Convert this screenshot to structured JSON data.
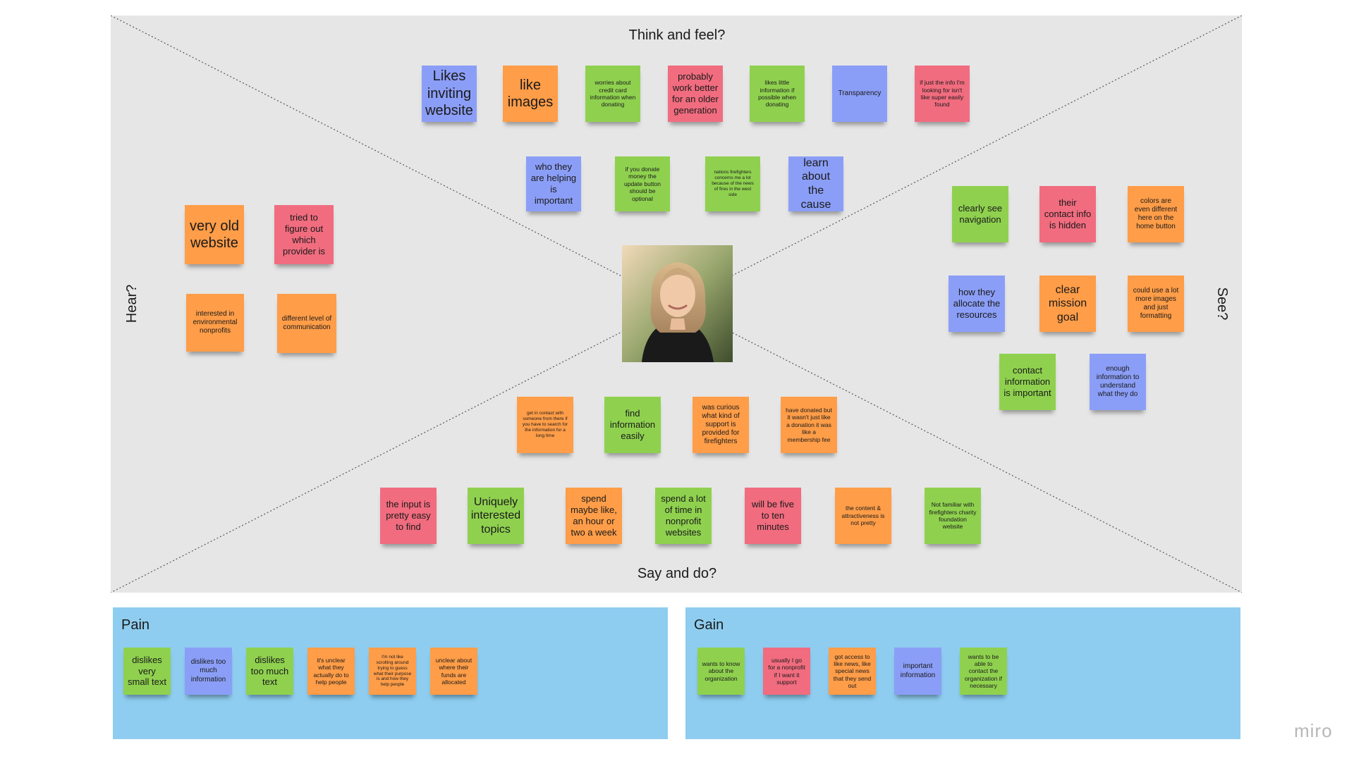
{
  "board": {
    "quadrants": {
      "top": "Think and feel?",
      "bottom": "Say and do?",
      "left": "Hear?",
      "right": "See?"
    }
  },
  "think_feel": {
    "row1": [
      "Likes inviting website",
      "like images",
      "worries about credit card information when donating",
      "probably work better for an older generation",
      "likes little information if possible when donating",
      "Transparency",
      "if just the info I'm looking for isn't like super easily found"
    ],
    "row2": [
      "who they are helping is important",
      "if you donate money the update button should be optional",
      "nations firefighters concerns me a lot because of the news of fires in the west side",
      "learn about the cause"
    ]
  },
  "hear": [
    "very old website",
    "tried to figure out which provider is",
    "interested in environmental nonprofits",
    "different level of communication"
  ],
  "see": [
    "clearly see navigation",
    "their contact info is hidden",
    "colors are even different here on the home button",
    "how they allocate the resources",
    "clear mission goal",
    "could use a lot more images and just formatting",
    "contact information is important",
    "enough information to understand what they do"
  ],
  "say_do": {
    "row1": [
      "get in contact with someone from there if you have to search for the information for a long time",
      "find information easily",
      "was curious what kind of support is provided for firefighters",
      "have donated but it wasn't just like a donation it was like a membership fee"
    ],
    "row2": [
      "the input is pretty easy to find",
      "Uniquely interested topics",
      "spend maybe like, an hour or two a week",
      "spend a lot of time in nonprofit websites",
      "will be five to ten minutes",
      "the content & attractiveness is not pretty",
      "Not familiar with firefighters charity foundation website"
    ]
  },
  "pain": {
    "title": "Pain",
    "notes": [
      "dislikes very small text",
      "dislikes too much information",
      "dislikes too much text",
      "it's unclear what they actually do to help people",
      "I'm not like scrolling around trying to guess what their purpose is and how they help people",
      "unclear about where their funds are allocated"
    ]
  },
  "gain": {
    "title": "Gain",
    "notes": [
      "wants to know about the organization",
      "usually I go for a nonprofit if I want it support",
      "got access to like news, like special news that they send out",
      "important information",
      "wants to be able to contact the organization if necessary"
    ]
  },
  "branding": {
    "logo": "miro"
  },
  "colors": {
    "orange": "#ff9d48",
    "green": "#8fd14f",
    "pink": "#f16c7f",
    "blue": "#8b9ef7",
    "panel": "#8ecdf0",
    "board": "#e6e6e6"
  }
}
